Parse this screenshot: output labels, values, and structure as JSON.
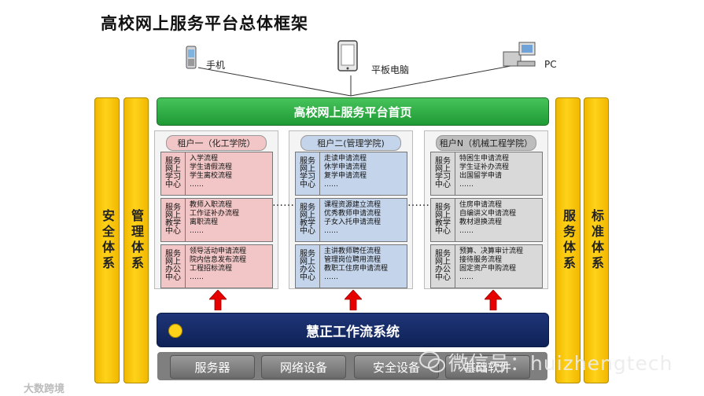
{
  "title": "高校网上服务平台总体框架",
  "devices": {
    "phone": "手机",
    "tablet": "平板电脑",
    "pc": "PC"
  },
  "pillars": {
    "left_outer": "安全体系",
    "left_inner": "管理体系",
    "right_inner": "服务体系",
    "right_outer": "标准体系"
  },
  "home_bar": "高校网上服务平台首页",
  "tenants": [
    {
      "header": "租户一（化工学院）",
      "color": "#f2c6c6",
      "header_color": "#f2c6c6",
      "rows": [
        {
          "center": "服务网上学习中心",
          "items": [
            "入学流程",
            "学生请假流程",
            "学生离校流程",
            "……"
          ]
        },
        {
          "center": "服务网上教学中心",
          "items": [
            "教师入职流程",
            "工作证补办流程",
            "离职流程",
            "……"
          ]
        },
        {
          "center": "服务网上办公中心",
          "items": [
            "领导活动申请流程",
            "院内信息发布流程",
            "工程招标流程",
            "……"
          ]
        }
      ]
    },
    {
      "header": "租户二(管理学院)",
      "color": "#c4d4ea",
      "header_color": "#c4d4ea",
      "rows": [
        {
          "center": "服务网上学习中心",
          "items": [
            "走读申请流程",
            "休学申请流程",
            "复学申请流程",
            "……"
          ]
        },
        {
          "center": "服务网上教学中心",
          "items": [
            "课程资源建立流程",
            "优秀教师申请流程",
            "子女入托申请流程",
            "……"
          ]
        },
        {
          "center": "服务网上办公中心",
          "items": [
            "主讲教师聘任流程",
            "管理岗位聘用流程",
            "教职工住房申请流程",
            "……"
          ]
        }
      ]
    },
    {
      "header": "租户N（机械工程学院）",
      "color": "#d9d9d9",
      "header_color": "#bdbdbd",
      "rows": [
        {
          "center": "服务网上学习中心",
          "items": [
            "特困生申请流程",
            "学生证补办流程",
            "出国留学申请",
            "……"
          ]
        },
        {
          "center": "服务网上教学中心",
          "items": [
            "住房申请流程",
            "自编讲义申请流程",
            "教材退换流程",
            "……"
          ]
        },
        {
          "center": "服务网上办公中心",
          "items": [
            "预算、决算审计流程",
            "接待服务流程",
            "固定资产申购流程",
            "……"
          ]
        }
      ]
    }
  ],
  "ellipsis": "……",
  "workflow_bar": "慧正工作流系统",
  "infra": [
    "服务器",
    "网络设备",
    "安全设备",
    "基础软件"
  ],
  "watermark": "微信号：huizhengtech",
  "brand": "大数跨境",
  "colors": {
    "pillar": "#ffd21a",
    "home_bar": "#2aa840",
    "workflow_bar": "#16296a",
    "arrow": "#e60000",
    "infra": "#7f7f7f"
  }
}
